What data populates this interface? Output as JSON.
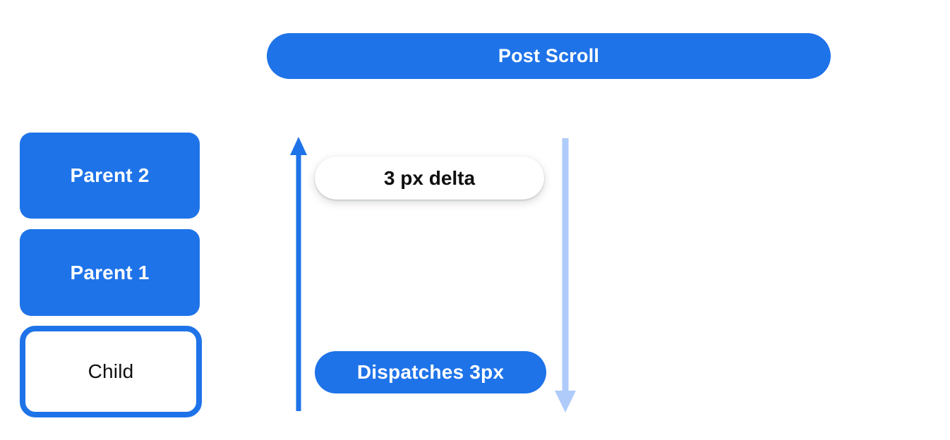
{
  "diagram": {
    "title_pill": {
      "label": "Post Scroll"
    },
    "stack": [
      {
        "label": "Parent 2",
        "style": "filled"
      },
      {
        "label": "Parent 1",
        "style": "filled"
      },
      {
        "label": "Child",
        "style": "outlined"
      }
    ],
    "delta_pill": {
      "label": "3 px delta"
    },
    "dispatch_pill": {
      "label": "Dispatches 3px"
    },
    "arrows": {
      "up": {
        "direction": "up",
        "color": "#1e73e8"
      },
      "down": {
        "direction": "down",
        "color": "#aecbfa"
      }
    },
    "colors": {
      "primary_blue": "#1e73e8",
      "light_blue": "#aecbfa",
      "text_on_blue": "#ffffff",
      "text_dark": "#0f0f0f",
      "background": "#ffffff"
    }
  }
}
